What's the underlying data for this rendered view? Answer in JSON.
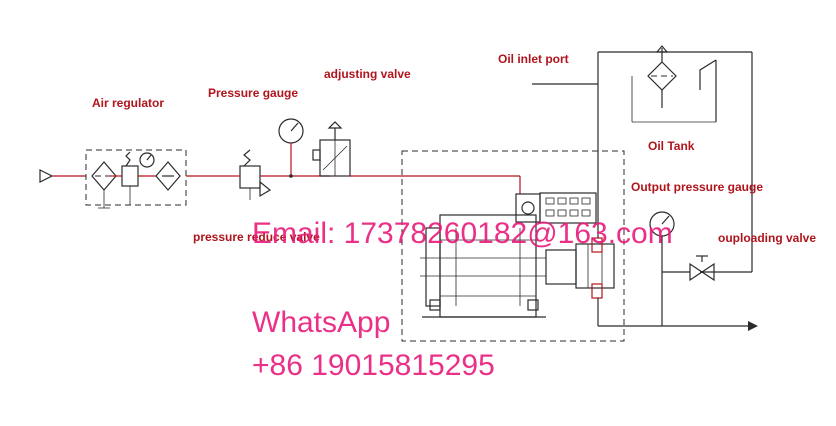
{
  "labels": {
    "air_regulator": "Air regulator",
    "pressure_gauge": "Pressure gauge",
    "adjusting_valve": "adjusting valve",
    "oil_inlet_port": "Oil inlet port",
    "oil_tank": "Oil Tank",
    "output_pressure_gauge": "Output pressure gauge",
    "pressure_reduce_valve": "pressure reduce valve",
    "unloading_valve": "ouploading valve"
  },
  "watermark": {
    "email": "Email: 17378260182@163.com",
    "whatsapp_label": "WhatsApp",
    "phone": "+86 19015815295"
  },
  "colors": {
    "label": "#b0141c",
    "watermark": "#e8197a",
    "line": "#2b2b2b",
    "air_line": "#b0141c"
  }
}
